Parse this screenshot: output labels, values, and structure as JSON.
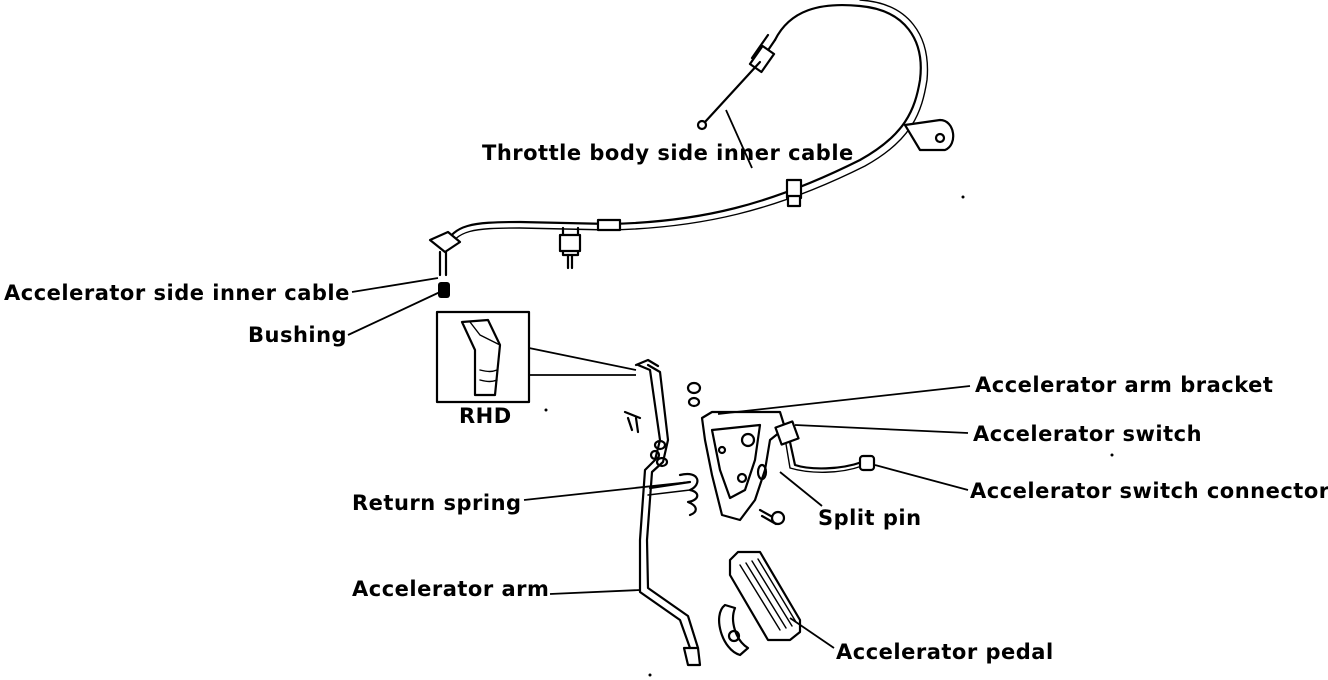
{
  "labels": {
    "throttle_cable": "Throttle body side inner cable",
    "accelerator_cable": "Accelerator side inner cable",
    "bushing": "Bushing",
    "rhd": "RHD",
    "arm_bracket": "Accelerator arm bracket",
    "switch": "Accelerator switch",
    "switch_connector": "Accelerator switch connector",
    "split_pin": "Split pin",
    "return_spring": "Return spring",
    "arm": "Accelerator arm",
    "pedal": "Accelerator pedal"
  },
  "colors": {
    "line": "#000000",
    "background": "#ffffff"
  }
}
